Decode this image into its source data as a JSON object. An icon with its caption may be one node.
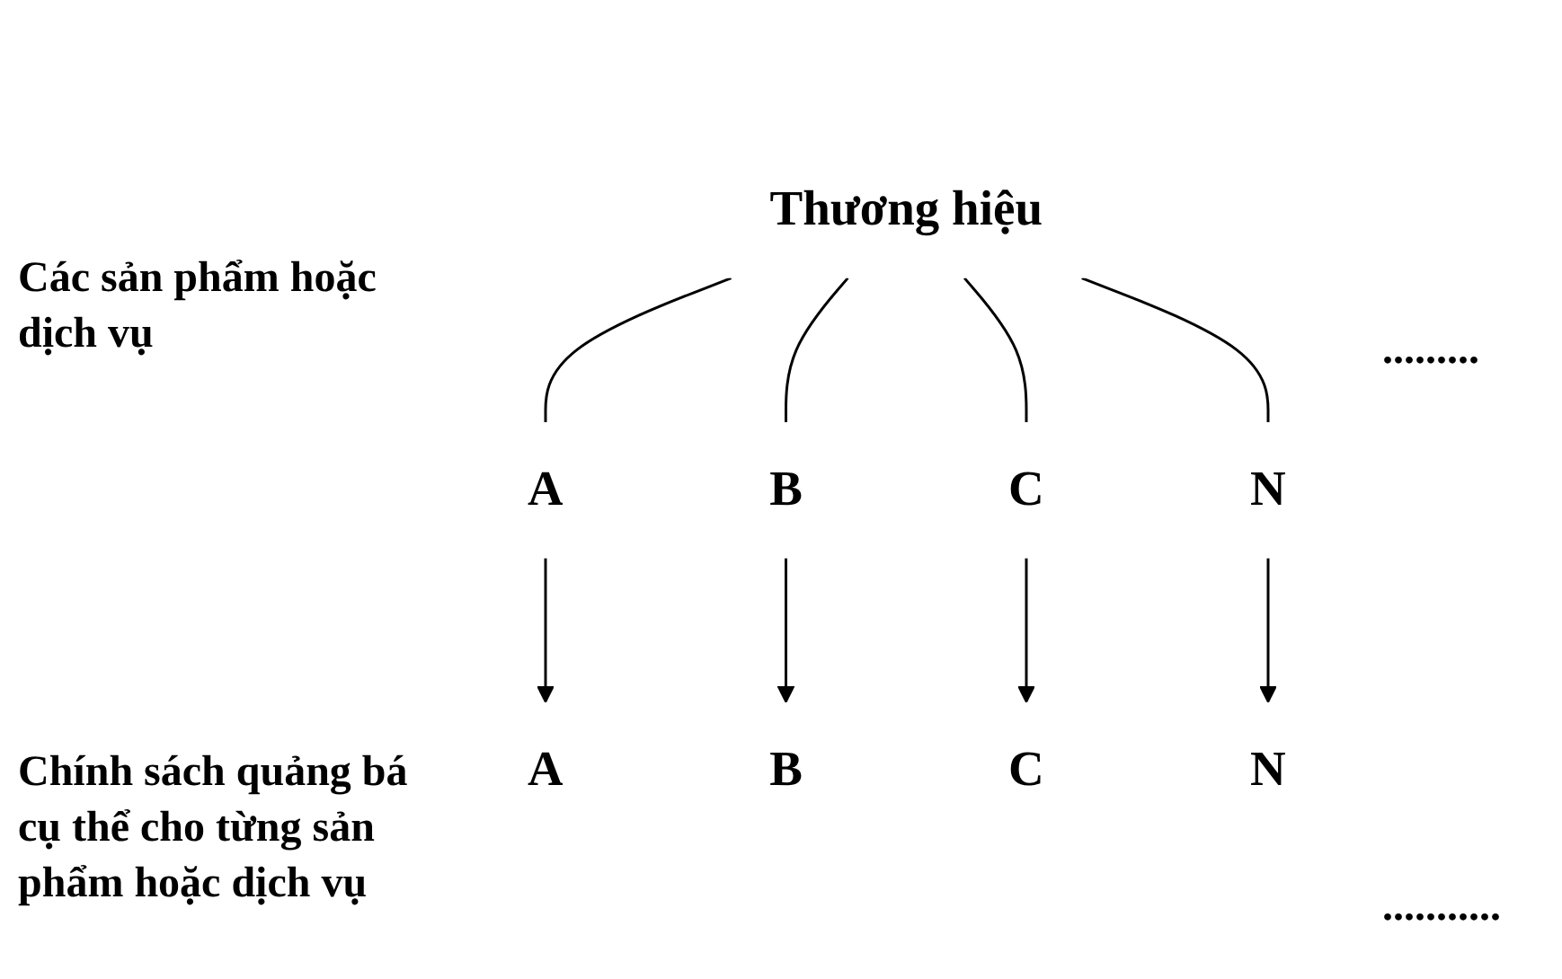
{
  "diagram": {
    "nodes": [
      {
        "text": [
          "Thương hiệu"
        ]
      },
      {
        "text": [
          "A"
        ]
      },
      {
        "text": [
          "B"
        ]
      },
      {
        "text": [
          "C"
        ]
      },
      {
        "text": [
          "N"
        ]
      },
      {
        "text": [
          "A"
        ]
      },
      {
        "text": [
          "B"
        ]
      },
      {
        "text": [
          "C"
        ]
      },
      {
        "text": [
          "N"
        ]
      }
    ],
    "edges": [
      {
        "from": 0,
        "to": 1,
        "arrow": "none"
      },
      {
        "from": 0,
        "to": 2,
        "arrow": "none"
      },
      {
        "from": 0,
        "to": 3,
        "arrow": "none"
      },
      {
        "from": 0,
        "to": 4,
        "arrow": "none"
      },
      {
        "from": 1,
        "to": 5,
        "arrow": "to"
      },
      {
        "from": 2,
        "to": 6,
        "arrow": "to"
      },
      {
        "from": 3,
        "to": 7,
        "arrow": "to"
      },
      {
        "from": 4,
        "to": 8,
        "arrow": "to"
      }
    ],
    "labels": [
      "Các sản phẩm hoặc dịch vụ",
      ".........",
      "Chính sách quảng bá cụ thể cho từng sản phẩm hoặc dịch vụ",
      "..........."
    ]
  }
}
